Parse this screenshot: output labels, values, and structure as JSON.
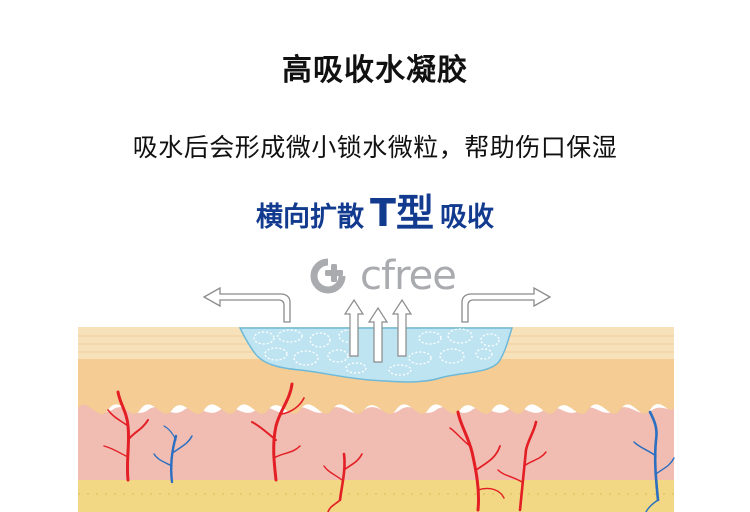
{
  "title": "高吸收水凝胶",
  "subtitle": "吸水后会形成微小锁水微粒，帮助伤口保湿",
  "highlight": {
    "prefix": "横向扩散",
    "big": "T型",
    "suffix": "吸收"
  },
  "brand": {
    "name": "cfree",
    "icon": "cross-c-logo-icon"
  },
  "colors": {
    "title": "#111111",
    "highlight": "#123a8f",
    "brand": "#a9abaf",
    "top_skin": "#f7e1ba",
    "epidermis": "#f5cc93",
    "dermis": "#f1bcb1",
    "fat": "#f2d884",
    "gel": "#bfe4f1",
    "artery": "#e31e25",
    "vein": "#2a6fc1"
  }
}
